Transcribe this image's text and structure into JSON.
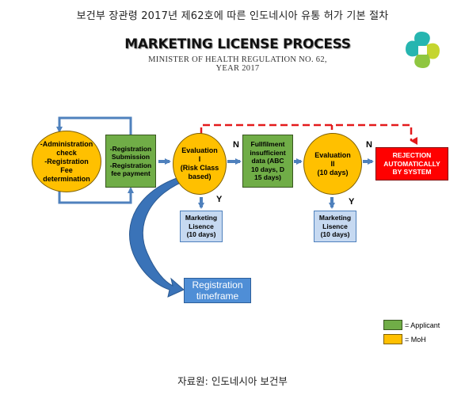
{
  "header": {
    "korean_title": "보건부 장관령 2017년 제62호에 따른 인도네시아 유통 허가 기본 절차"
  },
  "figure": {
    "title": "MARKETING LICENSE PROCESS",
    "subtitle_line1": "MINISTER OF HEALTH REGULATION NO. 62,",
    "subtitle_line2": "YEAR 2017"
  },
  "nodes": {
    "admin": [
      "-Administration",
      "check",
      "-Registration",
      "Fee",
      "determination"
    ],
    "submission": [
      "-Registration",
      "Submission",
      "-Registration",
      "fee payment"
    ],
    "eval1": [
      "Evaluation",
      "I",
      "(Risk Class",
      "based)"
    ],
    "fulfilment": [
      "Fullfilment",
      "insufficient",
      "data (ABC",
      "10 days, D",
      "15 days)"
    ],
    "eval2": [
      "Evaluation",
      "II",
      "(10 days)"
    ],
    "rejection": [
      "REJECTION",
      "AUTOMATICALLY",
      "BY SYSTEM"
    ],
    "license1": [
      "Marketing",
      "Lisence",
      "(10 days)"
    ],
    "license2": [
      "Marketing",
      "Lisence",
      "(10 days)"
    ],
    "regtime": [
      "Registration",
      "timeframe"
    ]
  },
  "edge_labels": {
    "n1": "N",
    "y1": "Y",
    "n2": "N",
    "y2": "Y"
  },
  "legend": {
    "applicant": "= Applicant",
    "moh": "= MoH"
  },
  "colors": {
    "moh": "#ffc000",
    "applicant": "#70ad47",
    "license": "#c6d9f1",
    "rejection": "#ff0000",
    "arrow": "#4f81bd",
    "dashed": "#e31a1c",
    "timeframe": "#4f8ed6"
  },
  "logo": {
    "icon": "ministry-of-health-logo-icon"
  },
  "source": {
    "text": "자료원: 인도네시아 보건부"
  }
}
